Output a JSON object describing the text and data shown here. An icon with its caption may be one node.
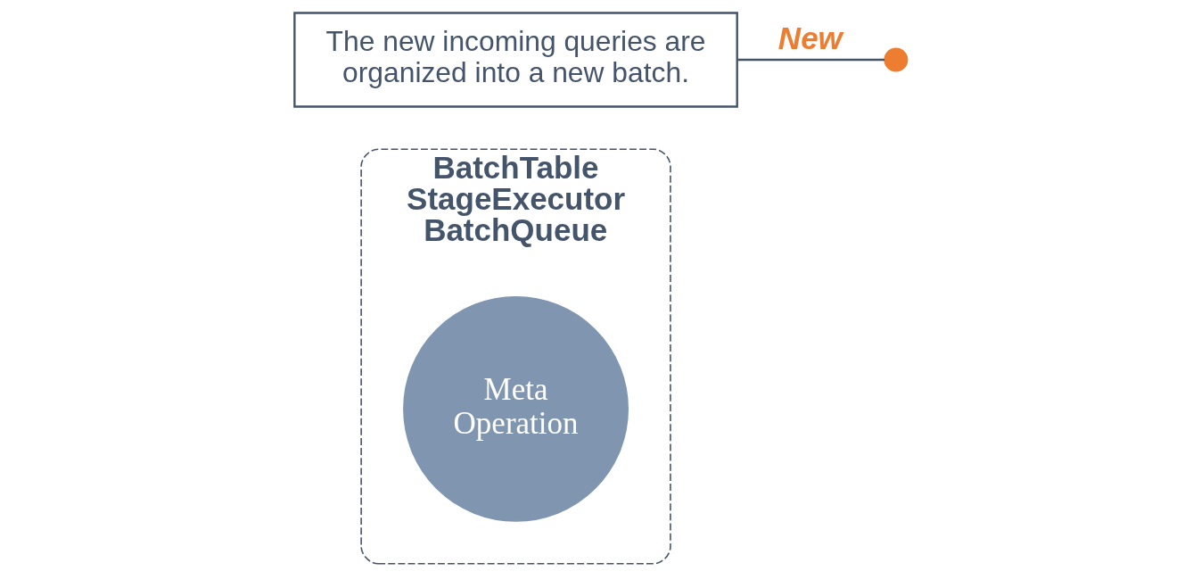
{
  "diagram": {
    "nodes": [
      {
        "text": [
          "BatchTable",
          "StageExecutor",
          "BatchQueue"
        ]
      },
      {
        "text": [
          "Meta Operation"
        ],
        "in": 0
      },
      {
        "text": [],
        "shape": "circle"
      },
      {
        "text": [
          "The new incoming queries are organized into a new batch."
        ]
      }
    ],
    "edges": [
      {
        "from": 3,
        "to": 2,
        "arrow": "none",
        "label": "New"
      }
    ]
  }
}
